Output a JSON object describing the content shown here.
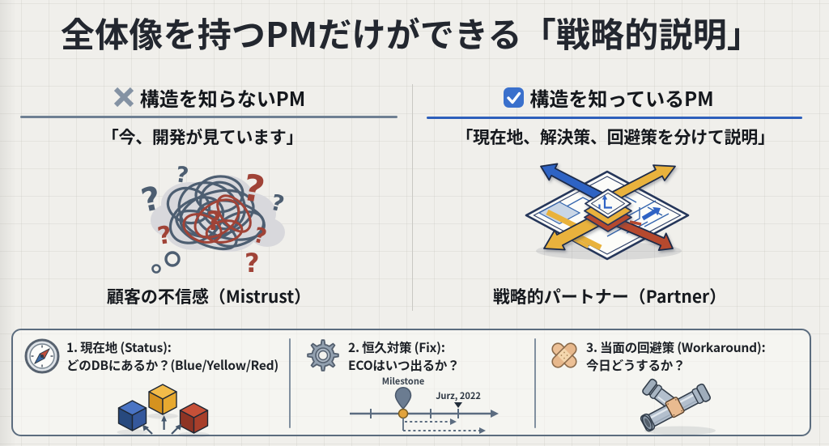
{
  "title": "全体像を持つPMだけができる「戦略的説明」",
  "colors": {
    "background": "#f0efeb",
    "grid_line": "#c7c6c0",
    "text_dark": "#16191e",
    "slate": "#52637a",
    "blue": "#2f63c4",
    "yellow": "#e9b23c",
    "red": "#b6492f",
    "left_rule": "#6f8093",
    "right_rule": "#2d5fbb",
    "panel_border": "#5b6c7e"
  },
  "left_column": {
    "icon": "x-mark-icon",
    "header": "構造を知らないPM",
    "quote": "「今、開発が見ています」",
    "illustration": "tangled-thoughts-with-question-marks",
    "question_mark_glyph": "?",
    "caption": "顧客の不信感（Mistrust）"
  },
  "right_column": {
    "icon": "checked-checkbox-icon",
    "header": "構造を知っているPM",
    "quote": "「現在地、解決策、回避策を分けて説明」",
    "illustration": "isometric-map-with-arrows",
    "caption": "戦略的パートナー（Partner）"
  },
  "bottom_panel": {
    "items": [
      {
        "icon": "compass-icon",
        "title": "1. 現在地 (Status):",
        "subtitle": "どのDBにあるか？(Blue/Yellow/Red)",
        "illustration": "three-cubes-blue-yellow-red"
      },
      {
        "icon": "gear-icon",
        "title": "2. 恒久対策 (Fix):",
        "subtitle": "ECOはいつ出るか？",
        "illustration": "timeline",
        "timeline": {
          "milestone_label": "Milestone",
          "date_label": "Jurz, 2022"
        }
      },
      {
        "icon": "bandage-icon",
        "title": "3. 当面の回避策 (Workaround):",
        "subtitle": "今日どうするか？",
        "illustration": "patched-pipe"
      }
    ]
  }
}
